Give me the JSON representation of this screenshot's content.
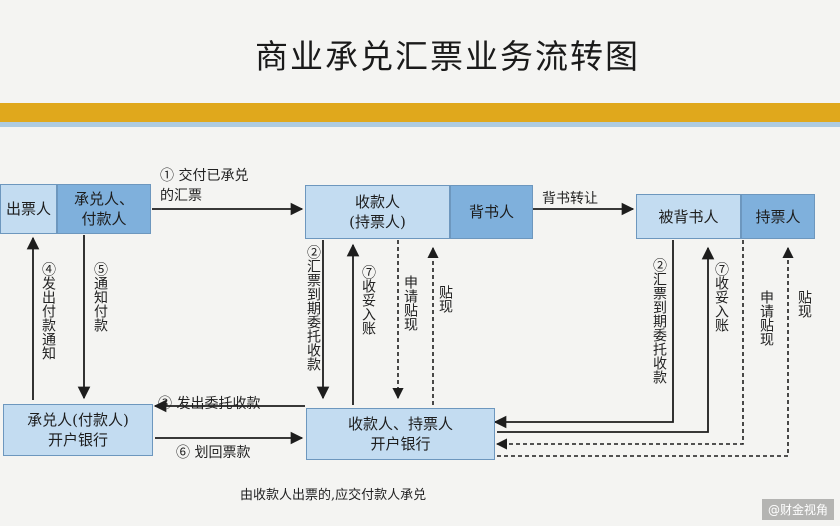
{
  "title": "商业承兑汇票业务流转图",
  "nodes": {
    "drawer": "出票人",
    "acceptor": [
      "承兑人、",
      "付款人"
    ],
    "payee": [
      "收款人",
      "(持票人)"
    ],
    "endorser": "背书人",
    "endorsee": "被背书人",
    "holder": "持票人",
    "payer_bank": [
      "承兑人(付款人)",
      "开户银行"
    ],
    "payee_bank": [
      "收款人、持票人",
      "开户银行"
    ]
  },
  "edges": {
    "e1": "① 交付已承兑的汇票",
    "endorse": "背书转让",
    "e2": "②汇票到期委托收款",
    "e7": "⑦收妥入账",
    "apply": "申请贴现",
    "discount": "贴现",
    "e3": "③ 发出委托收款",
    "e4": "④发出付款通知",
    "e5": "⑤通知付款",
    "e6": "⑥ 划回票款"
  },
  "caption": "由收款人出票的,应交付款人承兑",
  "watermark": "@财金视角"
}
